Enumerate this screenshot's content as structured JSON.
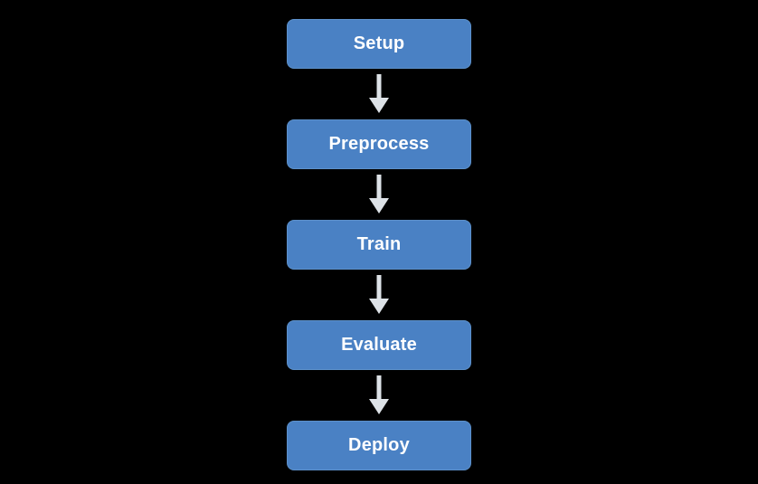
{
  "flowchart": {
    "nodes": [
      {
        "id": "setup",
        "label": "Setup"
      },
      {
        "id": "preprocess",
        "label": "Preprocess"
      },
      {
        "id": "train",
        "label": "Train"
      },
      {
        "id": "evaluate",
        "label": "Evaluate"
      },
      {
        "id": "deploy",
        "label": "Deploy"
      }
    ],
    "edges": [
      {
        "from": "setup",
        "to": "preprocess"
      },
      {
        "from": "preprocess",
        "to": "train"
      },
      {
        "from": "train",
        "to": "evaluate"
      },
      {
        "from": "evaluate",
        "to": "deploy"
      }
    ],
    "colors": {
      "background": "#000000",
      "node_fill": "#4a81c4",
      "node_border": "#5d91cb",
      "node_text": "#ffffff",
      "arrow": "#dde2e7"
    }
  }
}
